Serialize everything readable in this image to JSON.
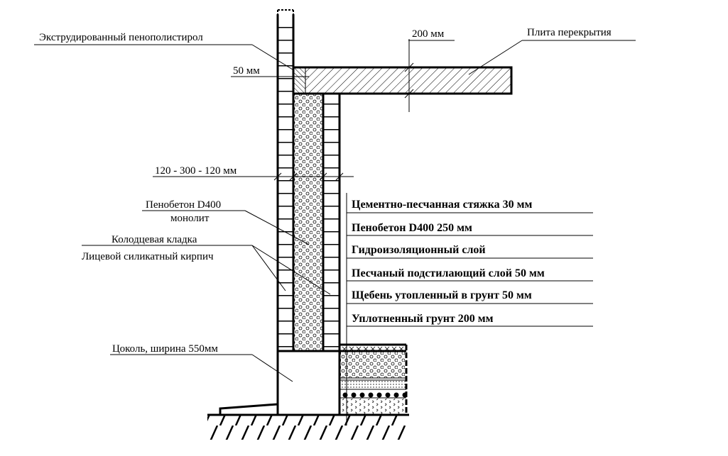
{
  "labels": {
    "xps": "Экструдированный пенополистирол",
    "xps_thickness": "50 мм",
    "slab_thickness": "200 мм",
    "slab": "Плита перекрытия",
    "wall_thickness": "120 - 300 - 120 мм",
    "foam_concrete_1": "Пенобетон D400",
    "foam_concrete_2": "монолит",
    "masonry": "Колодцевая кладка",
    "facing_brick": "Лицевой силикатный кирпич",
    "plinth": "Цоколь,  ширина 550мм"
  },
  "floor_layers": [
    "Цементно-песчанная стяжка   30 мм",
    "Пенобетон  D400   250 мм",
    "Гидроизоляционный слой",
    "Песчаный подстилающий слой   50 мм",
    "Щебень утопленный в грунт   50 мм",
    "Уплотненный грунт  200 мм"
  ]
}
